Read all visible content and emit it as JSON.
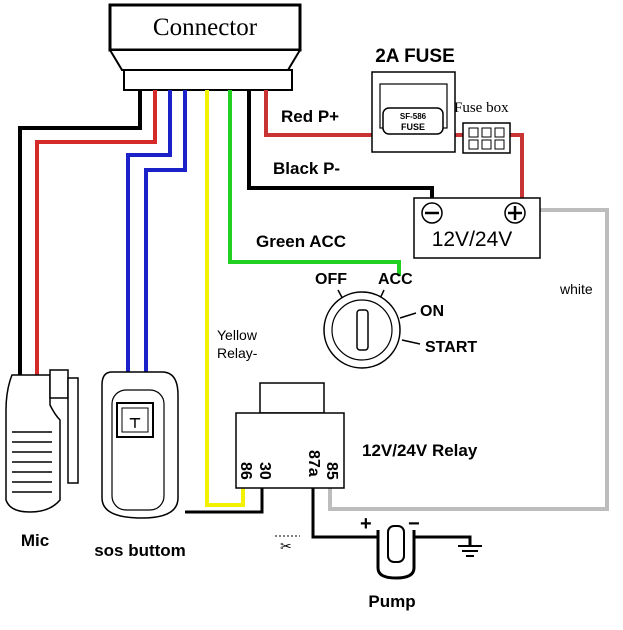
{
  "connector": {
    "label": "Connector"
  },
  "fuse": {
    "title": "2A FUSE",
    "part_number": "SF-586",
    "part_label": "FUSE",
    "box_label": "Fuse box"
  },
  "wires": {
    "red": "Red P+",
    "black": "Black P-",
    "green": "Green ACC",
    "yellow_line1": "Yellow",
    "yellow_line2": "Relay-",
    "white": "white"
  },
  "battery": {
    "label": "12V/24V",
    "minus": "−",
    "plus": "+"
  },
  "ignition": {
    "off": "OFF",
    "acc": "ACC",
    "on": "ON",
    "start": "START"
  },
  "relay": {
    "label": "12V/24V Relay",
    "pin_86": "86",
    "pin_30": "30",
    "pin_87a": "87a",
    "pin_85": "85"
  },
  "devices": {
    "mic": "Mic",
    "sos": "sos buttom",
    "pump": "Pump",
    "pump_plus": "+",
    "pump_minus": "−"
  },
  "colors": {
    "red": "#d42a2a",
    "black": "#000000",
    "blue": "#1a22c8",
    "yellow": "#f2f200",
    "green": "#22d022",
    "white_wire": "#bdbdbd",
    "fuse_red": "#c83434"
  }
}
